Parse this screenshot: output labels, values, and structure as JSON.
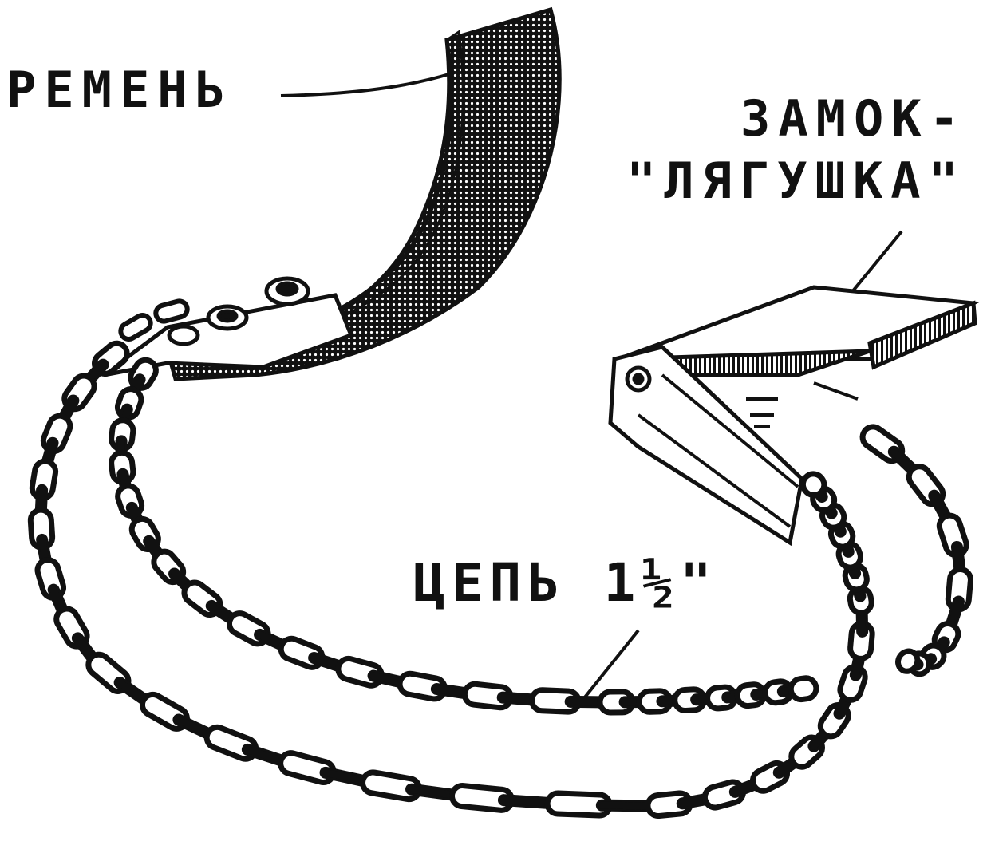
{
  "labels": {
    "belt": "РЕМЕНЬ",
    "lock_line1": "ЗАМОК-",
    "lock_line2": "\"ЛЯГУШКА\"",
    "chain": "ЦЕПЬ 1½\""
  },
  "colors": {
    "ink": "#111111",
    "paper": "#ffffff"
  }
}
